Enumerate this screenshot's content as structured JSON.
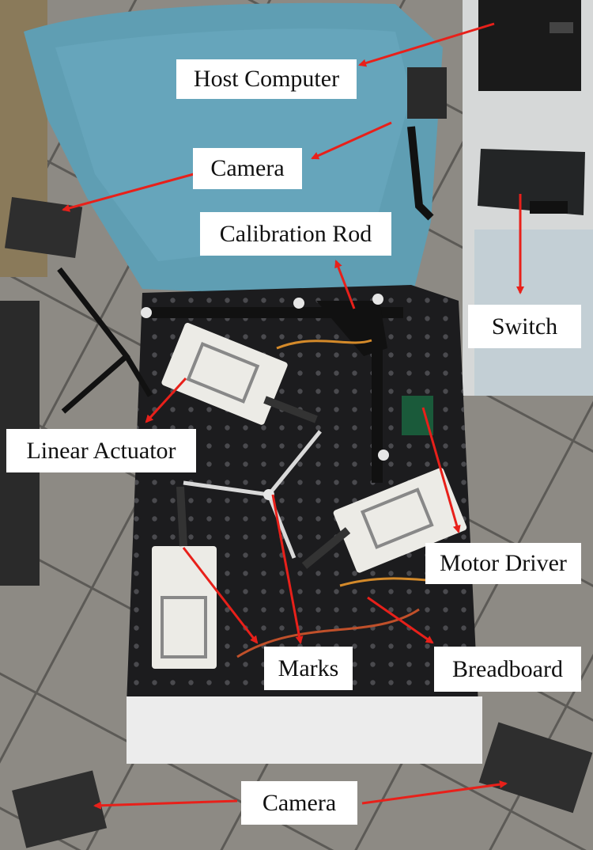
{
  "labels": {
    "host_computer": "Host Computer",
    "camera_top": "Camera",
    "calibration_rod": "Calibration Rod",
    "switch": "Switch",
    "linear_actuator": "Linear Actuator",
    "motor_driver": "Motor Driver",
    "marks": "Marks",
    "breadboard": "Breadboard",
    "camera_bottom": "Camera"
  },
  "colors": {
    "arrow": "#e8201a",
    "label_bg": "#ffffff",
    "breadboard": "#1c1c1e",
    "cloth": "#5f9eb3"
  }
}
